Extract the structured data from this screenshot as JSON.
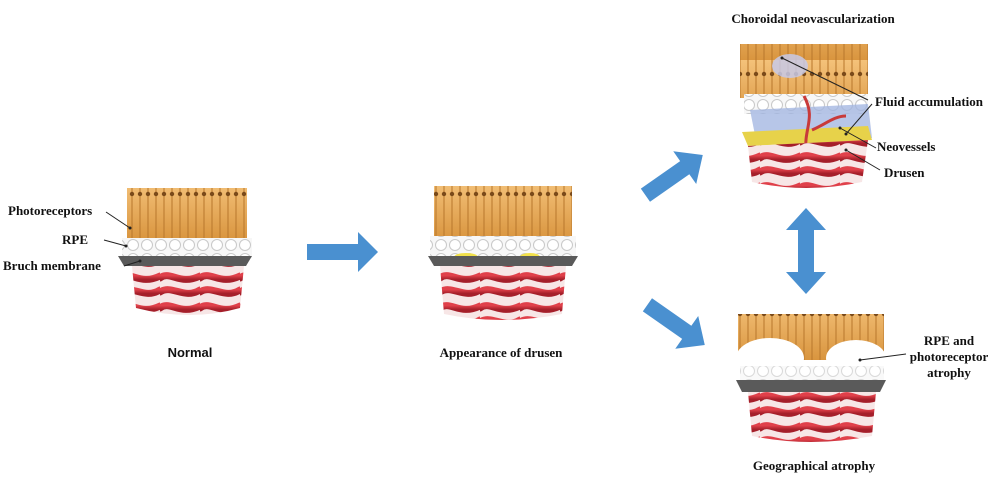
{
  "labels": {
    "photoreceptors": "Photoreceptors",
    "rpe": "RPE",
    "bruch_membrane": "Bruch membrane",
    "normal": "Normal",
    "appearance_of_drusen": "Appearance of drusen",
    "choroidal_neovascularization": "Choroidal neovascularization",
    "fluid_accumulation": "Fluid accumulation",
    "neovessels": "Neovessels",
    "drusen": "Drusen",
    "rpe_and_photoreceptor_atrophy": [
      "RPE and",
      "photoreceptor",
      "atrophy"
    ],
    "geographical_atrophy": "Geographical atrophy"
  },
  "colors": {
    "arrow": "#4a90d0",
    "photoreceptor_layer": "#e2a65a",
    "rpe_layer": "#f2f2f2",
    "bruch_membrane": "#555555",
    "choroid": "#cc2f3a",
    "drusen": "#f1e04a",
    "fluid": "#9fb3e0"
  }
}
